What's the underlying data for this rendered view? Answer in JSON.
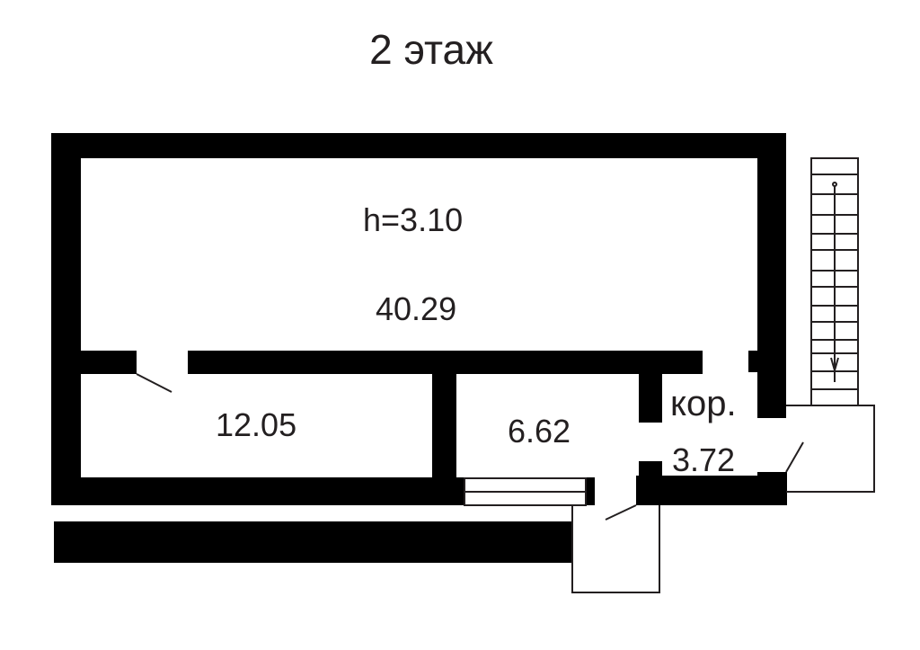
{
  "title": "2 этаж",
  "rooms": [
    {
      "id": "main",
      "area": "40.29",
      "height_label": "h=3.10"
    },
    {
      "id": "left",
      "area": "12.05"
    },
    {
      "id": "middle",
      "area": "6.62"
    },
    {
      "id": "corridor",
      "name": "кор.",
      "area": "3.72"
    }
  ],
  "colors": {
    "wall": "#000000",
    "text": "#231f20",
    "line": "#231f20",
    "background": "#ffffff"
  },
  "staircase": {
    "direction": "down",
    "tread_count": 14
  }
}
